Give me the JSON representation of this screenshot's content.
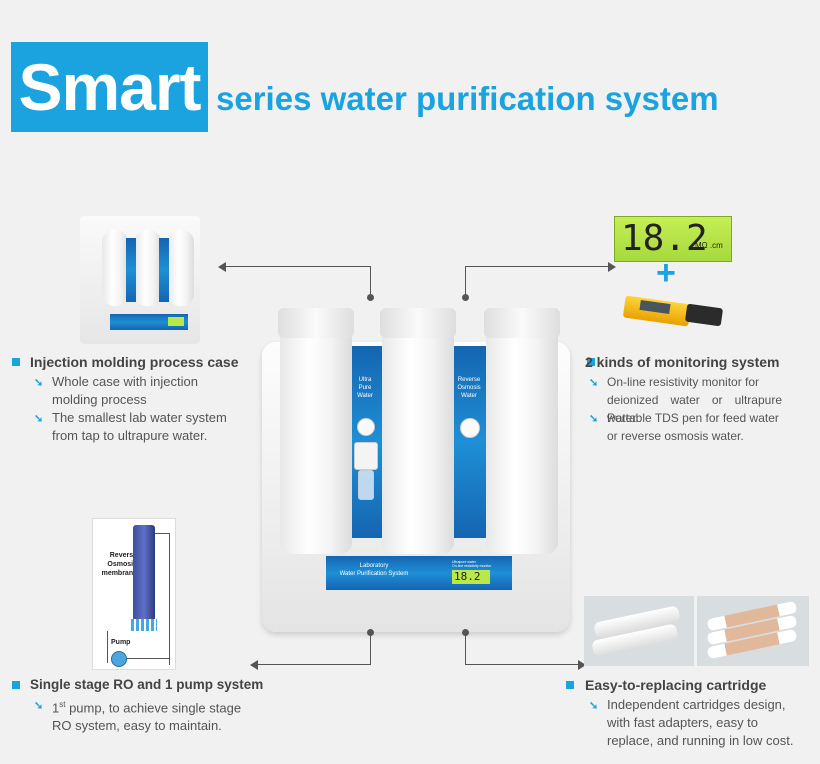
{
  "header": {
    "title_big": "Smart",
    "title_rest": "series water purification system"
  },
  "device": {
    "panel_left": [
      "Ultra",
      "Pure",
      "Water"
    ],
    "panel_right": [
      "Reverse",
      "Osmosis",
      "Water"
    ],
    "base_label_1": "Laboratory",
    "base_label_2": "Water Purification System",
    "base_small": "Ultrapure water",
    "base_small_2": "On-line resistivity monitor",
    "display_value": "18.2"
  },
  "monitor": {
    "value": "18.2",
    "unit": "MΩ .cm",
    "plus": "+"
  },
  "ro_diagram": {
    "membrane_label_1": "Reverse",
    "membrane_label_2": "Osmosis",
    "membrane_label_3": "membrane",
    "pump_label": "Pump"
  },
  "features": {
    "injection": {
      "title": "Injection molding process case",
      "items": [
        [
          "Whole case with injection",
          "molding process"
        ],
        [
          "The smallest lab water system",
          "from tap to ultrapure water."
        ]
      ]
    },
    "monitoring": {
      "title": "2 kinds of monitoring system",
      "items": [
        [
          "On-line resistivity monitor for",
          "deionized water or ultrapure water."
        ],
        [
          "Portable TDS pen for feed water",
          "or reverse osmosis water."
        ]
      ]
    },
    "ro": {
      "title": "Single stage RO and 1 pump system",
      "item_line1_a": "1",
      "item_line1_sup": "st",
      "item_line1_b": " pump, to achieve single stage",
      "item_line2": "RO system, easy to maintain."
    },
    "cartridge": {
      "title": "Easy-to-replacing cartridge",
      "items": [
        "Independent cartridges design,",
        "with fast adapters, easy to",
        "replace, and running in low cost."
      ]
    }
  },
  "colors": {
    "accent": "#1aa3df",
    "lcd": "#b9e84a",
    "pen": "#f2b705"
  }
}
